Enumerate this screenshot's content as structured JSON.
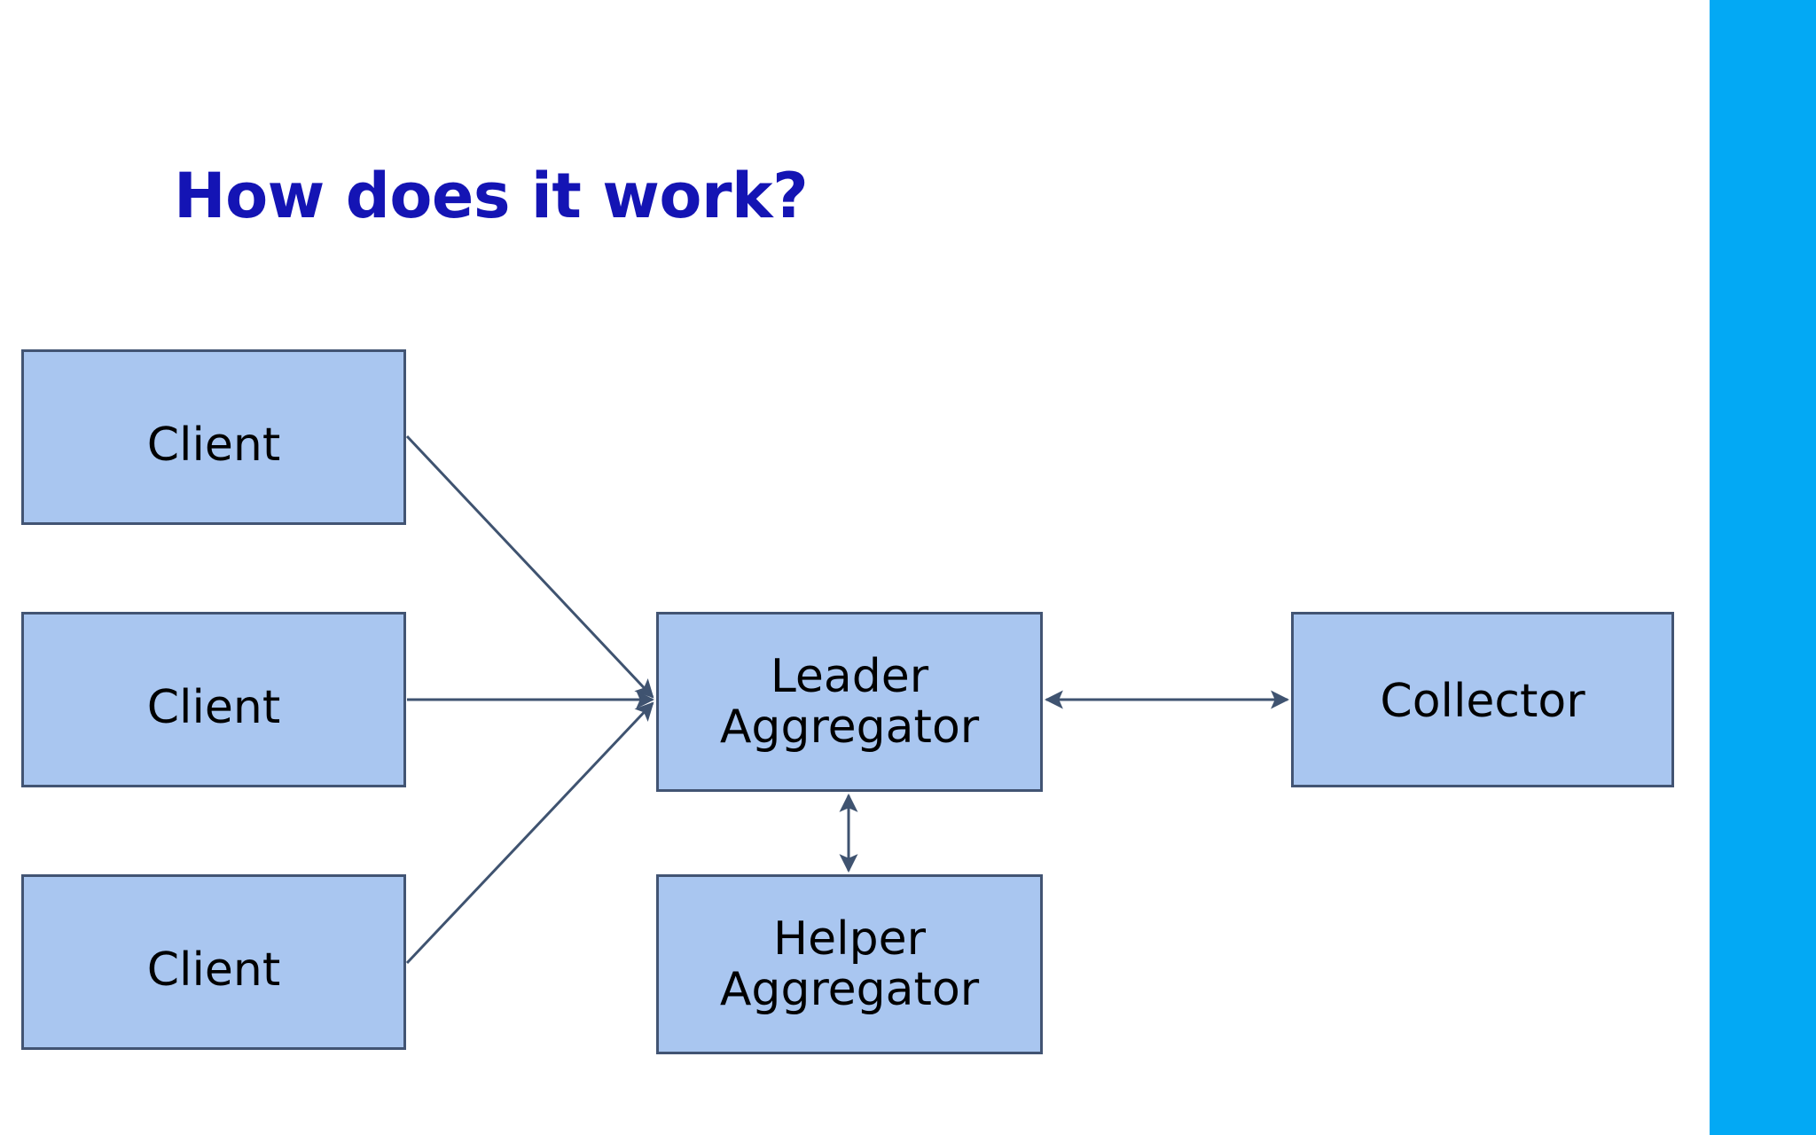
{
  "slide": {
    "title": "How does it work?",
    "title_color": "#1414B4",
    "background_color": "#ffffff",
    "accent_bar_color": "#03A9F4"
  },
  "diagram": {
    "node_fill_color": "#A9C6F0",
    "node_border_color": "#425473",
    "edge_color": "#3F5370",
    "nodes": [
      {
        "id": "client-1",
        "label": "Client"
      },
      {
        "id": "client-2",
        "label": "Client"
      },
      {
        "id": "client-3",
        "label": "Client"
      },
      {
        "id": "leader",
        "label": "Leader\nAggregator"
      },
      {
        "id": "helper",
        "label": "Helper\nAggregator"
      },
      {
        "id": "collector",
        "label": "Collector"
      }
    ],
    "edges": [
      {
        "from": "client-1",
        "to": "leader",
        "direction": "one-way"
      },
      {
        "from": "client-2",
        "to": "leader",
        "direction": "one-way"
      },
      {
        "from": "client-3",
        "to": "leader",
        "direction": "one-way"
      },
      {
        "from": "leader",
        "to": "collector",
        "direction": "two-way"
      },
      {
        "from": "leader",
        "to": "helper",
        "direction": "two-way"
      }
    ]
  }
}
